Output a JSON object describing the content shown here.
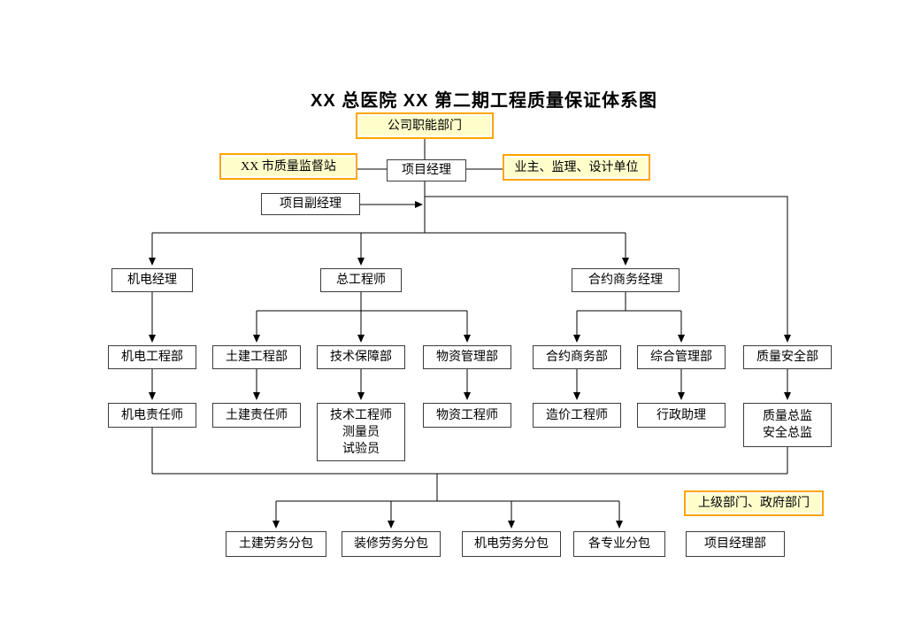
{
  "title": "XX 总医院 XX 第二期工程质量保证体系图",
  "colors": {
    "highlight_fill": "#FFFFCC",
    "highlight_border": "#FFA500",
    "box_border": "#3c3c3c",
    "line": "#000000"
  },
  "nodes": {
    "company_dept": {
      "label": "公司职能部门"
    },
    "supervision_station": {
      "label": "XX 市质量监督站"
    },
    "owner_units": {
      "label": "业主、监理、设计单位"
    },
    "project_manager": {
      "label": "项目经理"
    },
    "deputy_project_manager": {
      "label": "项目副经理"
    },
    "me_manager": {
      "label": "机电经理"
    },
    "chief_engineer": {
      "label": "总工程师"
    },
    "contract_commerce_manager": {
      "label": "合约商务经理"
    },
    "me_engineering_dept": {
      "label": "机电工程部"
    },
    "civil_engineering_dept": {
      "label": "土建工程部"
    },
    "tech_support_dept": {
      "label": "技术保障部"
    },
    "material_mgmt_dept": {
      "label": "物资管理部"
    },
    "contract_commerce_dept": {
      "label": "合约商务部"
    },
    "general_mgmt_dept": {
      "label": "综合管理部"
    },
    "quality_safety_dept": {
      "label": "质量安全部"
    },
    "me_responsible_engineer": {
      "label": "机电责任师"
    },
    "civil_responsible_engineer": {
      "label": "土建责任师"
    },
    "tech_staff": {
      "label": "技术工程师",
      "label2": "测量员",
      "label3": "试验员"
    },
    "material_engineer": {
      "label": "物资工程师"
    },
    "cost_engineer": {
      "label": "造价工程师"
    },
    "admin_assistant": {
      "label": "行政助理"
    },
    "quality_safety_directors": {
      "label": "质量总监",
      "label2": "安全总监"
    },
    "civil_labor_sub": {
      "label": "土建劳务分包"
    },
    "decoration_labor_sub": {
      "label": "装修劳务分包"
    },
    "me_labor_sub": {
      "label": "机电劳务分包"
    },
    "specialty_sub": {
      "label": "各专业分包"
    },
    "superior_government_dept": {
      "label": "上级部门、政府部门"
    },
    "project_manager_dept": {
      "label": "项目经理部"
    }
  }
}
